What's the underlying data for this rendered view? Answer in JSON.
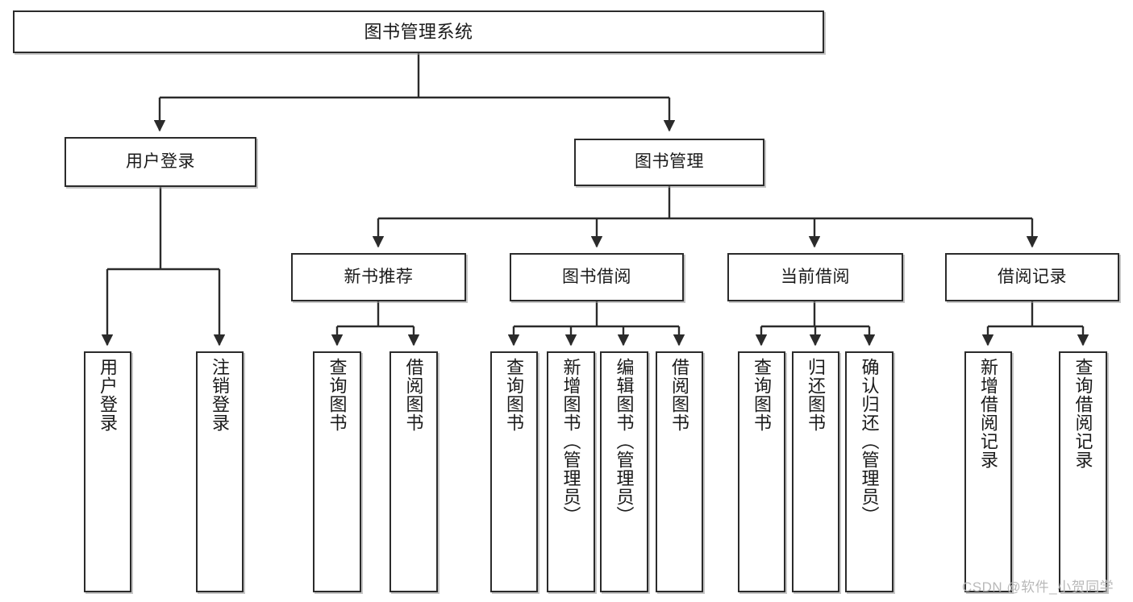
{
  "diagram": {
    "type": "tree-hierarchy-chart",
    "title": "图书管理系统",
    "orientation": "top-down",
    "line_color": "#2b2b2b",
    "box_fill": "#ffffff",
    "box_border": "#2b2b2b",
    "text_color": "#1a1a1a",
    "watermark_color": "#b9b9b9"
  },
  "watermark": {
    "text": "CSDN @软件_小贺同学"
  },
  "nodes": {
    "root": {
      "label": "图书管理系统"
    },
    "level1": [
      {
        "label": "用户登录"
      },
      {
        "label": "图书管理"
      }
    ],
    "level2": [
      {
        "label": "新书推荐"
      },
      {
        "label": "图书借阅"
      },
      {
        "label": "当前借阅"
      },
      {
        "label": "借阅记录"
      }
    ],
    "leaves": {
      "user_login": [
        {
          "label": "用户登录"
        },
        {
          "label": "注销登录"
        }
      ],
      "new_book_recommend": [
        {
          "label": "查询图书"
        },
        {
          "label": "借阅图书"
        }
      ],
      "book_borrow": [
        {
          "label": "查询图书"
        },
        {
          "label": "新增图书（管理员）"
        },
        {
          "label": "编辑图书（管理员）"
        },
        {
          "label": "借阅图书"
        }
      ],
      "current_borrow": [
        {
          "label": "查询图书"
        },
        {
          "label": "归还图书"
        },
        {
          "label": "确认归还（管理员）"
        }
      ],
      "borrow_record": [
        {
          "label": "新增借阅记录"
        },
        {
          "label": "查询借阅记录"
        }
      ]
    }
  }
}
